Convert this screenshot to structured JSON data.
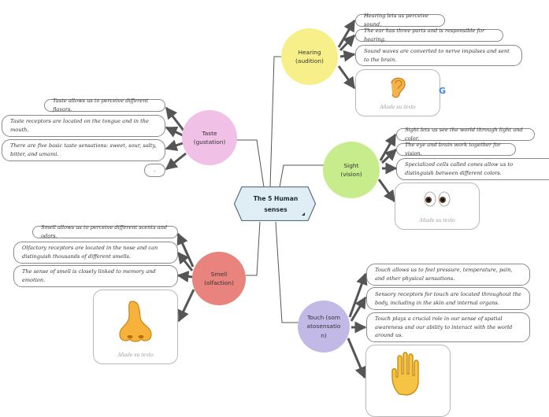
{
  "center": {
    "title": "The 5 Human senses"
  },
  "caption": "Añade su texto",
  "hearing": {
    "label": "Hearing (audition)",
    "facts": [
      "Hearing lets us perceive sound.",
      "The ear has three parts and is responsible for hearing.",
      "Sound waves are converted to nerve impulses and sent to the brain."
    ]
  },
  "sight": {
    "label": "Sight (vision)",
    "facts": [
      "Sight lets us see the world through light and color.",
      "The eye and brain work together for vision.",
      "Specialized cells called cones allow us to distinguish between different colors."
    ]
  },
  "touch": {
    "label": "Touch (somatosensation)",
    "facts": [
      "Touch allows us to feel pressure, temperature, pain, and other physical sensations.",
      "Sensory receptors for touch are located throughout the body, including in the skin and internal organs.",
      "Touch plays a crucial role in our sense of spatial awareness and our ability to interact with the world around us."
    ]
  },
  "taste": {
    "label": "Taste (gustation)",
    "facts": [
      "Taste allows us to perceive different flavors.",
      "Taste receptors are located on the tongue and in the mouth.",
      "There are five basic taste sensations: sweet, sour, salty, bitter, and umami.",
      "."
    ]
  },
  "smell": {
    "label": "Smell (olfaction)",
    "facts": [
      "Smell allows us to perceive different scents and odors.",
      "Olfactory receptors are located in the nose and can distinguish thousands of different smells.",
      "The sense of smell is closely linked to memory and emotion."
    ]
  },
  "colors": {
    "hearing": "#f7ef8a",
    "sight": "#c6ec8b",
    "touch": "#c3b9e6",
    "taste": "#f0c0e6",
    "smell": "#e8837d",
    "center_fill": "#dfeef4",
    "connector": "#555555"
  },
  "icons": {
    "hearing_image": "ear-icon",
    "sight_image": "eyes-icon",
    "touch_image": "raised-hand-icon",
    "smell_image": "nose-icon",
    "search_badge": "google-g-icon"
  }
}
